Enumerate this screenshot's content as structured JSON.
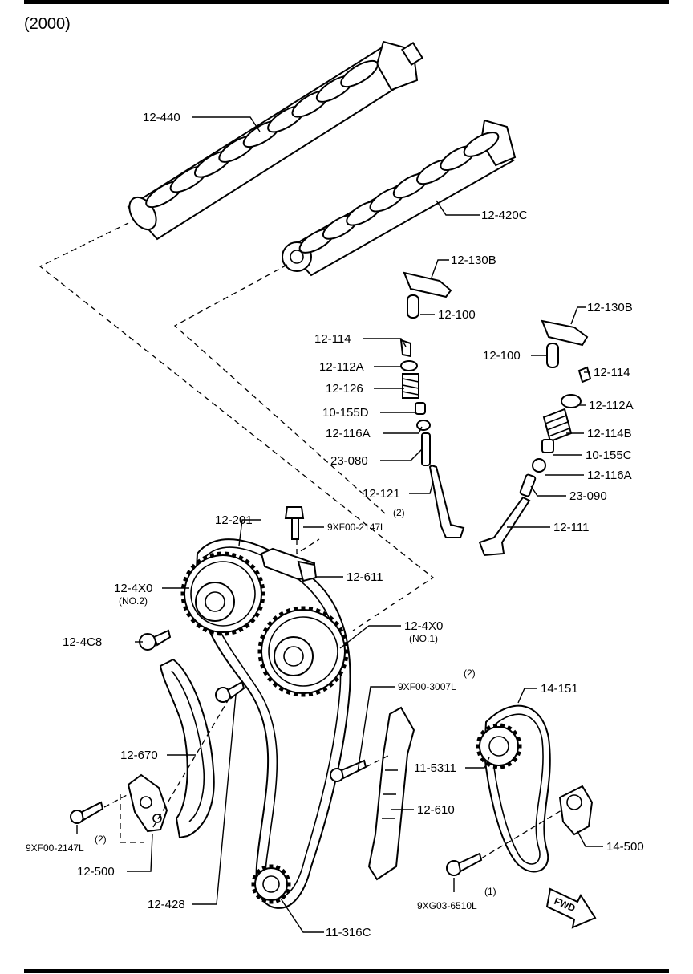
{
  "title": "(2000)",
  "labels": {
    "cam_exhaust": "12-440",
    "cam_intake": "12-420C",
    "rocker_a": "12-130B",
    "rocker_b": "12-130B",
    "adjuster_a": "12-100",
    "adjuster_b": "12-100",
    "keeper_a": "12-114",
    "keeper_b": "12-114",
    "retainer_a": "12-112A",
    "retainer_b": "12-112A",
    "spring_a": "12-126",
    "spring_b": "12-114B",
    "seal_a": "10-155D",
    "seal_b": "10-155C",
    "seat_a": "12-116A",
    "seat_b": "12-116A",
    "guide_a": "23-080",
    "guide_b": "23-090",
    "valve_a": "12-121",
    "valve_b": "12-111",
    "chain": "12-201",
    "bolt_top": "9XF00-2147L",
    "bolt_top_qty": "(2)",
    "guide_upper": "12-611",
    "vvt_no2": "12-4X0",
    "vvt_no2_sub": "(NO.2)",
    "vvt_no1": "12-4X0",
    "vvt_no1_sub": "(NO.1)",
    "vvt_bolt": "12-4C8",
    "bolt_mid": "9XF00-3007L",
    "bolt_mid_qty": "(2)",
    "belt": "14-151",
    "pulley": "11-5311",
    "tension_arm": "12-670",
    "guide_side": "12-610",
    "tensioner_bolt": "9XF00-2147L",
    "tensioner_bolt_qty": "(2)",
    "belt_tensioner": "14-500",
    "chain_tensioner": "12-500",
    "pivot_bolt": "12-428",
    "crank_sprocket": "11-316C",
    "bolt_bottom": "9XG03-6510L",
    "bolt_bottom_qty": "(1)",
    "fwd": "FWD"
  }
}
